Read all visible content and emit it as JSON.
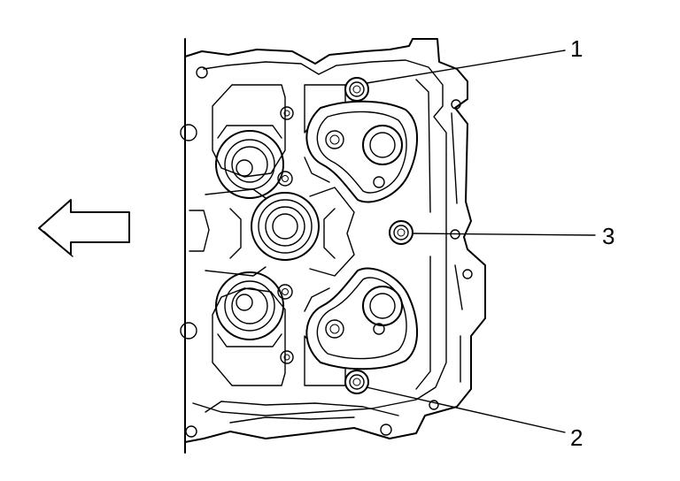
{
  "figure": {
    "callouts": [
      {
        "id": "1",
        "label": "1"
      },
      {
        "id": "2",
        "label": "2"
      },
      {
        "id": "3",
        "label": "3"
      }
    ],
    "arrow_direction": "left",
    "line_color": "#000000",
    "background": "#ffffff"
  }
}
